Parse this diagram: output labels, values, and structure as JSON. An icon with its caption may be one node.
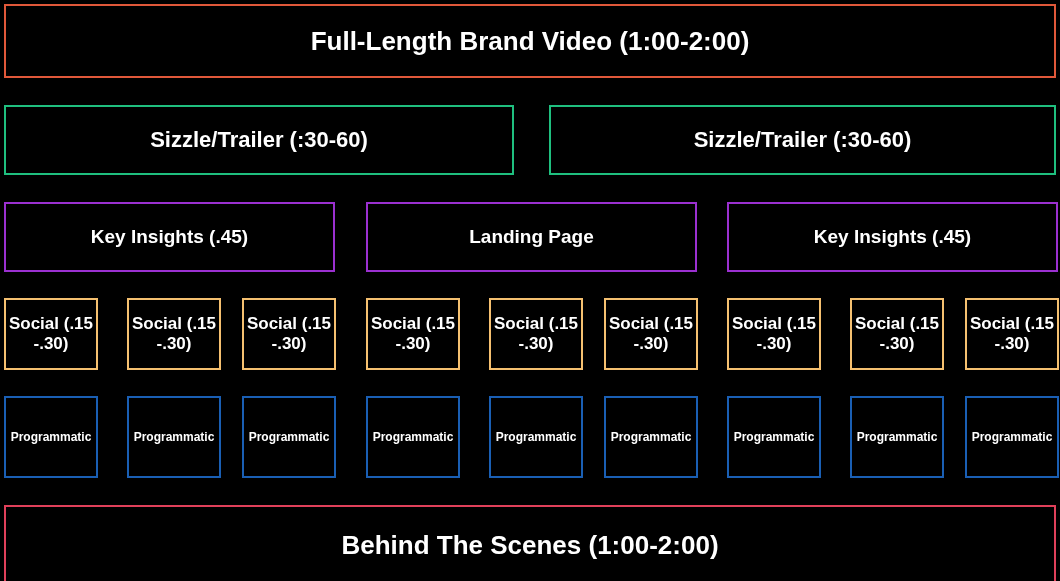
{
  "diagram": {
    "nodes": [
      {
        "text": [
          "Full-Length Brand Video (1:00-2:00)"
        ]
      },
      {
        "text": [
          "Sizzle/Trailer (:30-60)"
        ]
      },
      {
        "text": [
          "Sizzle/Trailer (:30-60)"
        ]
      },
      {
        "text": [
          "Key Insights (.45)"
        ]
      },
      {
        "text": [
          "Landing Page"
        ]
      },
      {
        "text": [
          "Key Insights (.45)"
        ]
      },
      {
        "text": [
          "Social (.15 -.30)"
        ]
      },
      {
        "text": [
          "Social (.15 -.30)"
        ]
      },
      {
        "text": [
          "Social (.15 -.30)"
        ]
      },
      {
        "text": [
          "Social (.15 -.30)"
        ]
      },
      {
        "text": [
          "Social (.15 -.30)"
        ]
      },
      {
        "text": [
          "Social (.15 -.30)"
        ]
      },
      {
        "text": [
          "Social (.15 -.30)"
        ]
      },
      {
        "text": [
          "Social (.15 -.30)"
        ]
      },
      {
        "text": [
          "Social (.15 -.30)"
        ]
      },
      {
        "text": [
          "Programmatic"
        ]
      },
      {
        "text": [
          "Programmatic"
        ]
      },
      {
        "text": [
          "Programmatic"
        ]
      },
      {
        "text": [
          "Programmatic"
        ]
      },
      {
        "text": [
          "Programmatic"
        ]
      },
      {
        "text": [
          "Programmatic"
        ]
      },
      {
        "text": [
          "Programmatic"
        ]
      },
      {
        "text": [
          "Programmatic"
        ]
      },
      {
        "text": [
          "Programmatic"
        ]
      },
      {
        "text": [
          "Behind The Scenes (1:00-2:00)"
        ]
      }
    ]
  }
}
